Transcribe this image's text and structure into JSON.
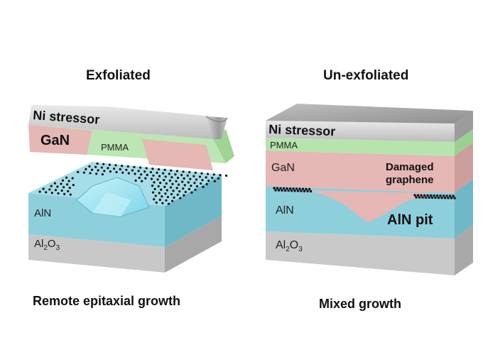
{
  "left_panel": {
    "title": "Exfoliated",
    "caption": "Remote epitaxial growth",
    "labels": {
      "ni": "Ni stressor",
      "gan": "GaN",
      "pmma": "PMMA",
      "aln": "AlN",
      "al2o3_base": "Al",
      "al2o3_sub1": "2",
      "al2o3_mid": "O",
      "al2o3_sub2": "3"
    }
  },
  "right_panel": {
    "title": "Un-exfoliated",
    "caption": "Mixed growth",
    "labels": {
      "ni": "Ni stressor",
      "pmma": "PMMA",
      "gan": "GaN",
      "damaged_line1": "Damaged",
      "damaged_line2": "graphene",
      "aln": "AlN",
      "aln_pit": "AlN pit",
      "al2o3_base": "Al",
      "al2o3_sub1": "2",
      "al2o3_mid": "O",
      "al2o3_sub2": "3"
    }
  },
  "colors": {
    "aln": "#8ecfdc",
    "al2o3": "#c9c9c9",
    "gan": "#e5b7b5",
    "pmma": "#b6e4ac",
    "ni": "#b8b8b8",
    "graphene_dot": "#111111"
  }
}
